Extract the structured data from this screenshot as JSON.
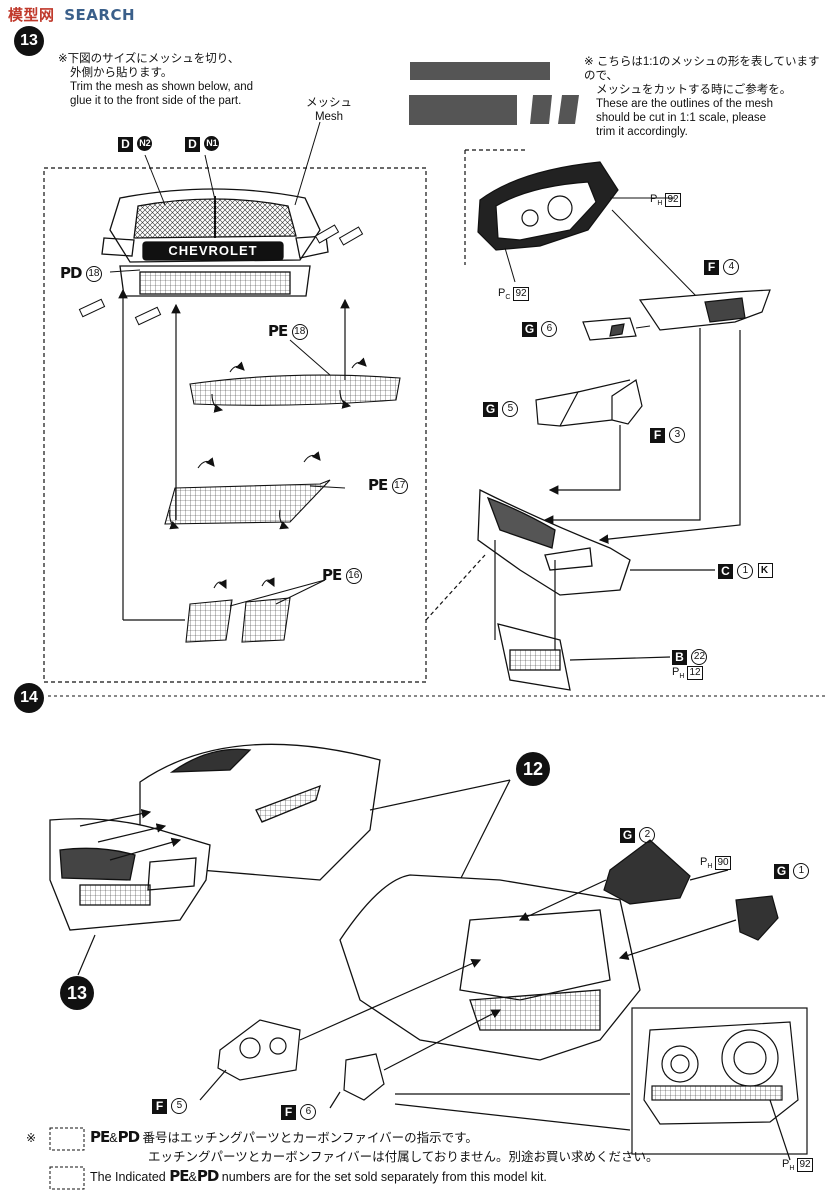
{
  "watermark": {
    "cn": "模型网",
    "en": "SEARCH"
  },
  "step13": {
    "number": "13",
    "note_jp": [
      "※下図のサイズにメッシュを切り、",
      "外側から貼ります。"
    ],
    "note_en": [
      "Trim the mesh as shown below, and",
      "glue it to the front side of the part."
    ],
    "mesh_jp": "メッシュ",
    "mesh_en": "Mesh",
    "outline_jp": [
      "※ こちらは1:1のメッシュの形を表していますので、",
      "メッシュをカットする時にご参考を。"
    ],
    "outline_en": [
      "These are the outlines of the mesh",
      "should be cut in 1:1 scale, please",
      "trim it accordingly."
    ],
    "grille_text": "CHEVROLET",
    "labels": {
      "d_n2_letter": "D",
      "d_n2_num": "N2",
      "d_n1_letter": "D",
      "d_n1_num": "N1",
      "pd18_code": "PD",
      "pd18_num": "18",
      "pe18_code": "PE",
      "pe18_num": "18",
      "pe17_code": "PE",
      "pe17_num": "17",
      "pe16_code": "PE",
      "pe16_num": "16",
      "ph92_p": "P",
      "ph92_sub": "H",
      "ph92_num": "92",
      "pc92_p": "P",
      "pc92_sub": "C",
      "pc92_num": "92",
      "f4_letter": "F",
      "f4_num": "4",
      "g6_letter": "G",
      "g6_num": "6",
      "g5_letter": "G",
      "g5_num": "5",
      "f3_letter": "F",
      "f3_num": "3",
      "c1_letter": "C",
      "c1_num": "1",
      "b22_letter": "B",
      "b22_num": "22",
      "ph12_p": "P",
      "ph12_sub": "H",
      "ph12_num": "12"
    }
  },
  "step14": {
    "number": "14",
    "ref12": "12",
    "ref13": "13",
    "labels": {
      "g2_letter": "G",
      "g2_num": "2",
      "ph90_p": "P",
      "ph90_sub": "H",
      "ph90_num": "90",
      "g1_letter": "G",
      "g1_num": "1",
      "f5_letter": "F",
      "f5_num": "5",
      "f6_letter": "F",
      "f6_num": "6",
      "ph92b_p": "P",
      "ph92b_sub": "H",
      "ph92b_num": "92"
    }
  },
  "footer": {
    "asterisk": "※",
    "pe_code": "PE",
    "amp": "&",
    "pd_code": "PD",
    "line1_jp": "番号はエッチングパーツとカーボンファイバーの指示です。",
    "line2_jp": "エッチングパーツとカーボンファイバーは付属しておりません。別途お買い求めください。",
    "line3_pre": "The Indicated",
    "line3_post": "numbers are for the set sold separately from this model kit.",
    "pe_code2": "PE",
    "amp2": "&",
    "pd_code2": "PD"
  }
}
